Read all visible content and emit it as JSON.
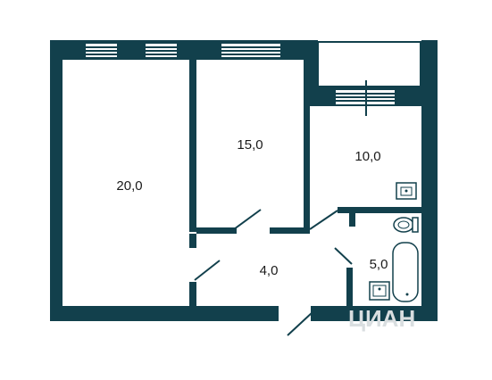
{
  "rooms": [
    {
      "id": "room-1",
      "area": "20,0"
    },
    {
      "id": "room-2",
      "area": "15,0"
    },
    {
      "id": "kitchen",
      "area": "10,0"
    },
    {
      "id": "hallway",
      "area": "4,0"
    },
    {
      "id": "bathroom",
      "area": "5,0"
    }
  ],
  "watermark": {
    "text": "ЦИАН"
  },
  "colors": {
    "wall": "#12404c",
    "background": "#ffffff",
    "fixture": "#12404c"
  }
}
